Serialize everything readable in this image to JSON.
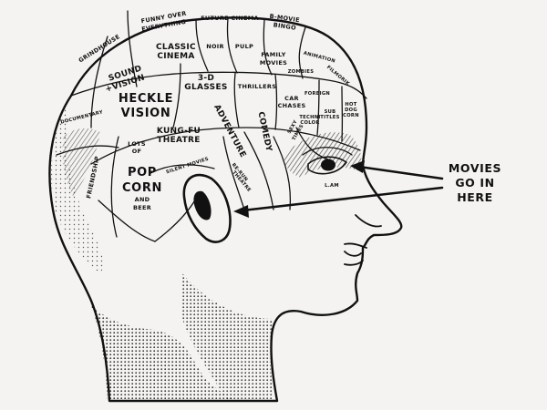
{
  "regions": {
    "funny_over_everything": [
      "FUNNY OVER",
      "EVERYTHING"
    ],
    "future_cinema": "FUTURE CINEMA",
    "b_movie_bingo": [
      "B-MOVIE",
      "BINGO"
    ],
    "grindhouse": "GRINDHOUSE",
    "classic_cinema": [
      "CLASSIC",
      "CINEMA"
    ],
    "noir": "NOIR",
    "pulp": "PULP",
    "animation": "ANIMATION",
    "family_movies": [
      "FAMILY",
      "MOVIES"
    ],
    "zombies": "ZOMBIES",
    "filmorik": "FILMORIK",
    "sound_vision": [
      "SOUND",
      "+VISION"
    ],
    "three_d_glasses": [
      "3-D",
      "GLASSES"
    ],
    "thrillers": "THRILLERS",
    "foreign": "FOREIGN",
    "car_chases": [
      "CAR",
      "CHASES"
    ],
    "hot_dog_corn": [
      "HOT",
      "DOG",
      "CORN"
    ],
    "documentary": "DOCUMENTARY",
    "heckle_vision": [
      "HECKLE",
      "VISION"
    ],
    "adventure": "ADVENTURE",
    "comedy": "COMEDY",
    "techni_color": [
      "TECHNI",
      "COLOR"
    ],
    "sub_titles": [
      "SUB",
      "TITLES"
    ],
    "sexy_times": [
      "SEXY",
      "TIMES"
    ],
    "kung_fu_theatre": [
      "KUNG-FU",
      "THEATRE"
    ],
    "lots_of": [
      "LOTS",
      "OF"
    ],
    "pop_corn": [
      "POP",
      "CORN"
    ],
    "and_beer": [
      "AND",
      "BEER"
    ],
    "silent_movies": "SILENT MOVIES",
    "rerun_theatre": [
      "RE-RUN",
      "THEATRE"
    ],
    "friendship": "FRIENDSHIP",
    "lam": "L.AM"
  },
  "callout": [
    "MOVIES",
    "GO IN",
    "HERE"
  ],
  "colors": {
    "ink": "#111111",
    "paper": "#f4f3f1",
    "skin": "#ffffff"
  }
}
